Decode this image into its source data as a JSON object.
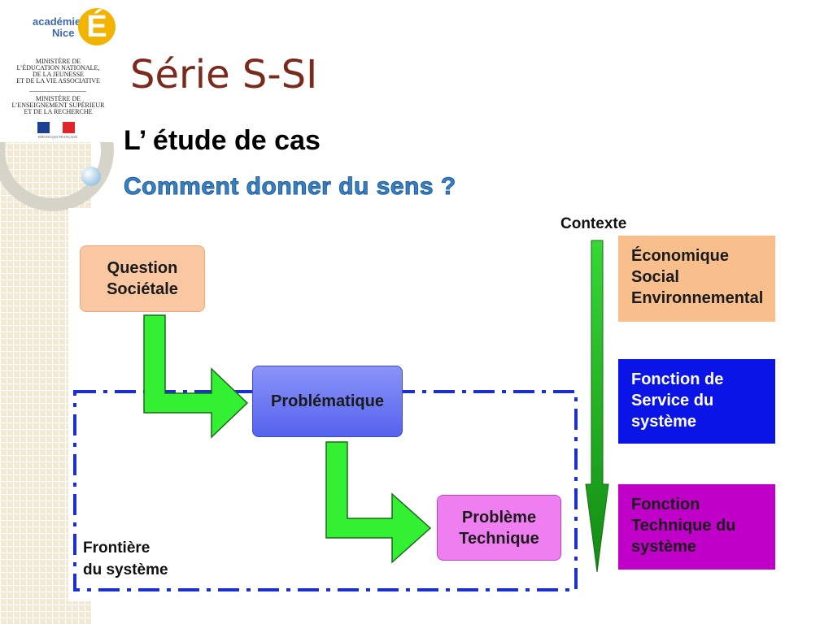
{
  "slide": {
    "title": "Série S-SI",
    "subtitle": "L’ étude de cas",
    "question": "Comment donner du sens ?"
  },
  "logo": {
    "academie_line1": "académie",
    "academie_line2": "Nice",
    "e_letter": "É",
    "ministry1": [
      "MINISTÈRE DE",
      "L’ÉDUCATION NATIONALE,",
      "DE LA JEUNESSE",
      "ET DE LA VIE ASSOCIATIVE"
    ],
    "ministry2": [
      "MINISTÈRE DE",
      "L’ENSEIGNEMENT SUPÉRIEUR",
      "ET DE LA RECHERCHE"
    ],
    "flag_caption": "RÉPUBLIQUE FRANÇAISE"
  },
  "diagram": {
    "context_label": "Contexte",
    "boundary_label": "Frontière\ndu système",
    "nodes": [
      {
        "id": "question",
        "label": "Question\nSociétale",
        "color": "#f9c8a2"
      },
      {
        "id": "problematique",
        "label": "Problématique",
        "color": "#6f7cf4"
      },
      {
        "id": "probleme",
        "label": "Problème\nTechnique",
        "color": "#ef7ef1"
      }
    ],
    "context_boxes": [
      {
        "label": "Économique\nSocial\nEnvironnemental",
        "color": "#f8bf8d",
        "text_color": "#1a1a1a"
      },
      {
        "label": "Fonction de\nService du\nsystème",
        "color": "#0a14e6",
        "text_color": "#ffffff"
      },
      {
        "label": "Fonction\nTechnique du\nsystème",
        "color": "#c000c8",
        "text_color": "#1a1a1a"
      }
    ],
    "colors": {
      "flow_arrow": "#33f033",
      "flow_arrow_stroke": "#1a6b1a",
      "context_arrow": "#1fa31f",
      "boundary": "#1a2fd4"
    }
  }
}
